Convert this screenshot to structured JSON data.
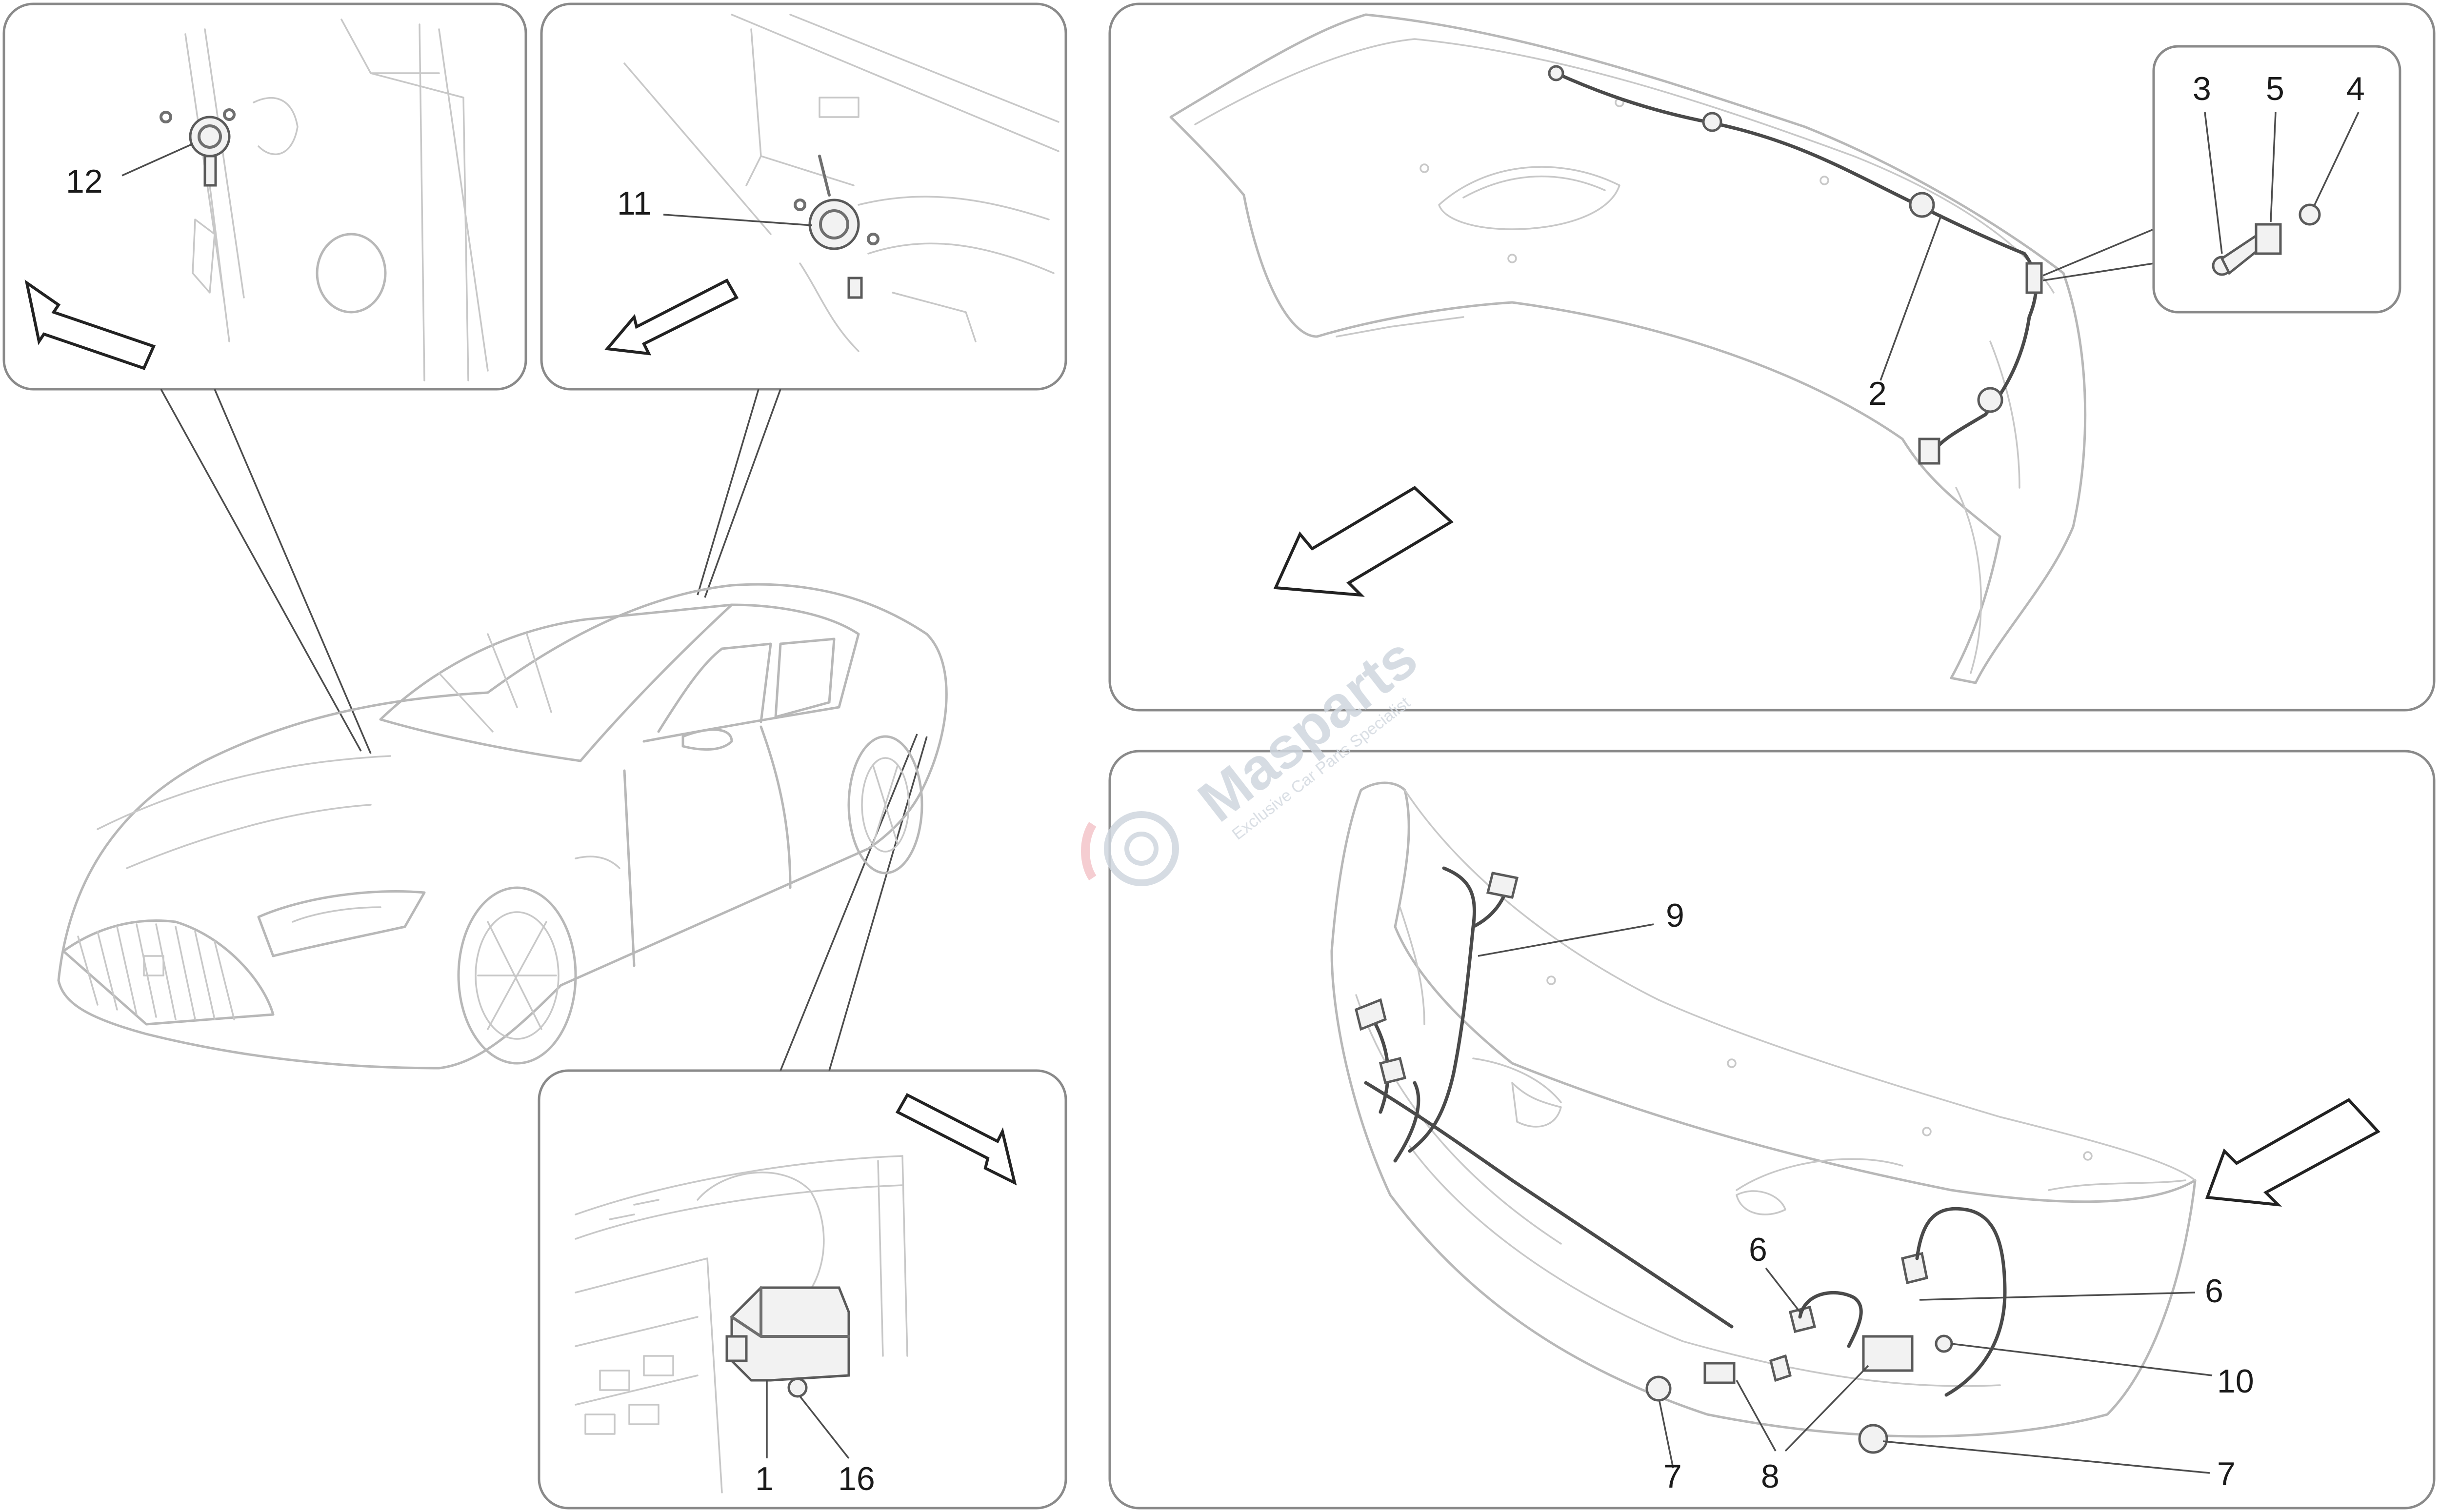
{
  "watermark": {
    "brand": "Masparts",
    "tagline": "Exclusive Car Parts Specialist"
  },
  "callouts": {
    "c1": "1",
    "c2": "2",
    "c3": "3",
    "c4": "4",
    "c5": "5",
    "c6a": "6",
    "c6b": "6",
    "c7a": "7",
    "c7b": "7",
    "c8": "8",
    "c9": "9",
    "c10": "10",
    "c11": "11",
    "c12": "12",
    "c16": "16"
  }
}
